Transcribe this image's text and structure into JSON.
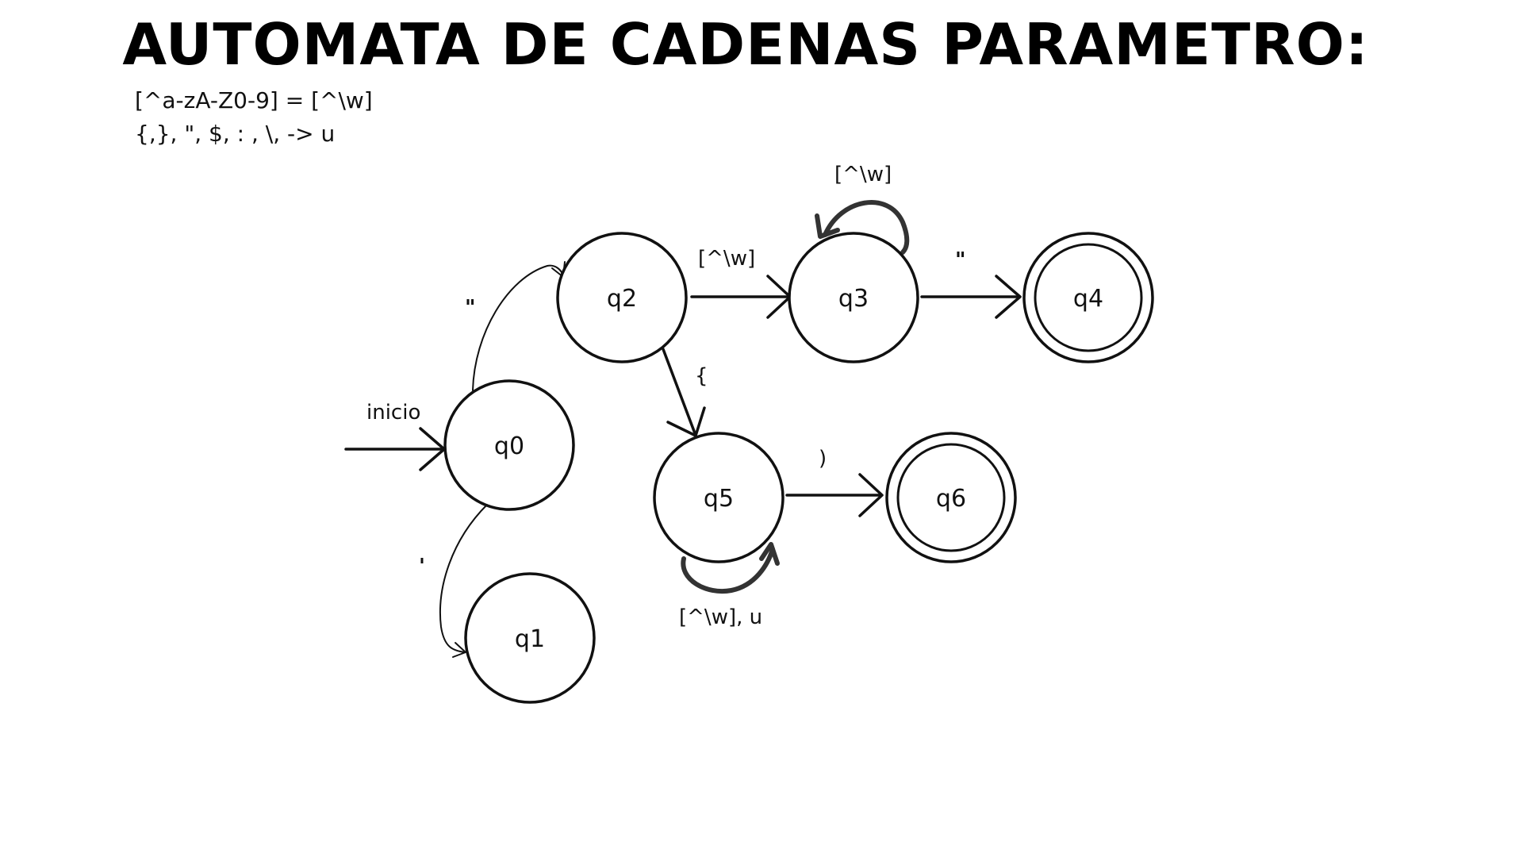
{
  "title": "AUTOMATA DE CADENAS PARAMETRO:",
  "definitions": [
    "[^a-zA-Z0-9] = [^\\w]",
    "{,}, \", $, : , \\, -> u"
  ],
  "states": {
    "q0": "q0",
    "q1": "q1",
    "q2": "q2",
    "q3": "q3",
    "q4": "q4",
    "q5": "q5",
    "q6": "q6"
  },
  "accepting_states": [
    "q4",
    "q6"
  ],
  "start_state": "q0",
  "edge_labels": {
    "start": "inicio",
    "q0_q2": "\"",
    "q0_q1": "'",
    "q2_q3": "[^\\w]",
    "q3_loop": "[^\\w]",
    "q3_q4": "\"",
    "q2_q5": "{",
    "q5_q6": ")",
    "q5_loop": "[^\\w], u"
  }
}
